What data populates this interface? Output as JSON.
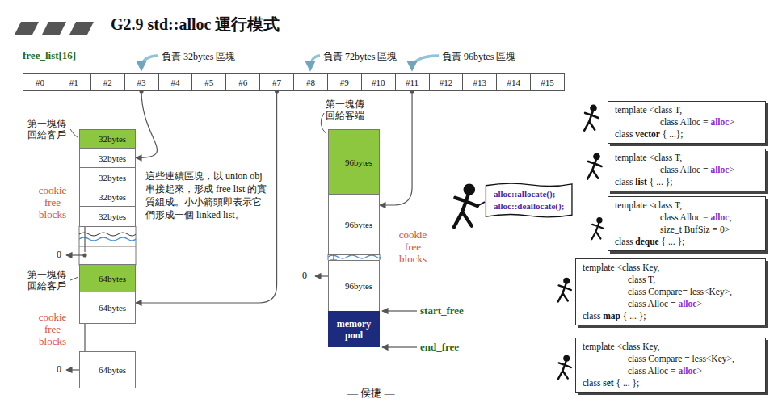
{
  "diagram": {
    "title": "G2.9 std::alloc 運行模式",
    "nodes": [
      {
        "text": [
          "#0"
        ]
      },
      {
        "text": [
          "#1"
        ]
      },
      {
        "text": [
          "#2"
        ]
      },
      {
        "text": [
          "#3"
        ]
      },
      {
        "text": [
          "#4"
        ]
      },
      {
        "text": [
          "#5"
        ]
      },
      {
        "text": [
          "#6"
        ]
      },
      {
        "text": [
          "#7"
        ]
      },
      {
        "text": [
          "#8"
        ]
      },
      {
        "text": [
          "#9"
        ]
      },
      {
        "text": [
          "#10"
        ]
      },
      {
        "text": [
          "#11"
        ]
      },
      {
        "text": [
          "#12"
        ]
      },
      {
        "text": [
          "#13"
        ]
      },
      {
        "text": [
          "#14"
        ]
      },
      {
        "text": [
          "#15"
        ]
      },
      {
        "text": [
          "32bytes"
        ]
      },
      {
        "text": [
          "32bytes"
        ]
      },
      {
        "text": [
          "32bytes"
        ]
      },
      {
        "text": [
          "32bytes"
        ]
      },
      {
        "text": [
          "32bytes"
        ]
      },
      {
        "text": [
          "64bytes"
        ]
      },
      {
        "text": [
          "64bytes"
        ]
      },
      {
        "text": [
          "64bytes"
        ]
      },
      {
        "text": [
          "96bytes"
        ]
      },
      {
        "text": [
          "96bytes"
        ]
      },
      {
        "text": [
          "96bytes"
        ]
      },
      {
        "text": [
          "memory pool"
        ]
      },
      {
        "text": [
          "alloc::allocate();",
          "alloc::deallocate();"
        ]
      },
      {
        "text": [
          "template <class T,",
          "class Alloc = alloc>",
          "class vector { ...};"
        ]
      },
      {
        "text": [
          "template <class T,",
          "class Alloc = alloc>",
          "class list { ... };"
        ]
      },
      {
        "text": [
          "template <class T,",
          "class Alloc = alloc,",
          "size_t BufSiz = 0>",
          "class deque { ... };"
        ]
      },
      {
        "text": [
          "template <class Key,",
          "class T,",
          "class Compare= less<Key>,",
          "class Alloc = alloc>",
          "class map { ... };"
        ]
      },
      {
        "text": [
          "template <class Key,",
          "class Compare = less<Key>,",
          "class Alloc = alloc>",
          "class set { ... };"
        ]
      }
    ],
    "edges": [
      {
        "from": 3,
        "to": 17,
        "arrow": "to"
      },
      {
        "from": 7,
        "to": 22,
        "arrow": "to"
      },
      {
        "from": 11,
        "to": 25,
        "arrow": "to"
      },
      {
        "from": 16,
        "to": 17,
        "arrow": "to"
      },
      {
        "from": 17,
        "to": 18,
        "arrow": "to"
      },
      {
        "from": 18,
        "to": 19,
        "arrow": "to"
      },
      {
        "from": 19,
        "to": 20,
        "arrow": "to"
      },
      {
        "from": 21,
        "to": 22,
        "arrow": "to"
      },
      {
        "from": 22,
        "to": 23,
        "arrow": "to"
      },
      {
        "from": 24,
        "to": 25,
        "arrow": "to"
      },
      {
        "from": 25,
        "to": 26,
        "arrow": "to"
      }
    ],
    "labels": [
      "free_list[16]",
      "負責 32bytes 區塊",
      "負責 72bytes 區塊",
      "負責 96bytes 區塊",
      "第一塊傳 回給客戶",
      "cookie free blocks",
      "這些連續區塊，以 union obj 串接起來，形成 free list 的實 質組成。小小箭頭即表示它 們形成一個 linked list。",
      "0",
      "第一塊傳 回給客戶",
      "cookie free blocks",
      "0",
      "第一塊傳 回給客端",
      "cookie free blocks",
      "0",
      "start_free",
      "end_free",
      "— 侯捷 —"
    ]
  }
}
